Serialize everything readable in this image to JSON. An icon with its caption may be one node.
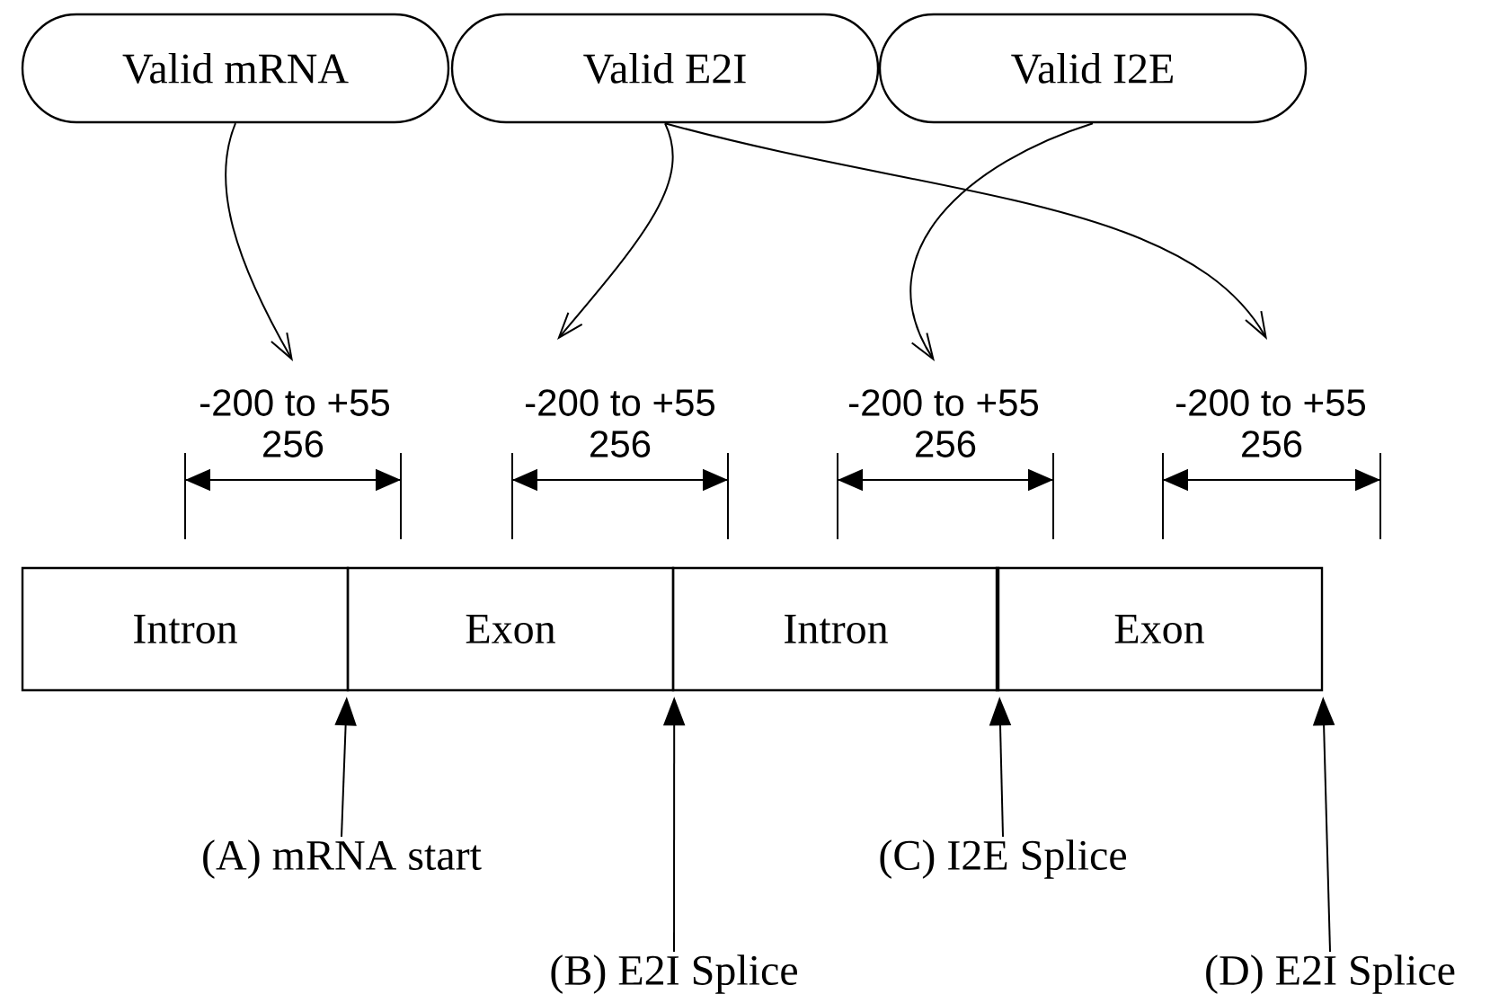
{
  "diagram": {
    "nodes": [
      {
        "text": [
          "Valid mRNA"
        ]
      },
      {
        "text": [
          "Valid E2I"
        ]
      },
      {
        "text": [
          "Valid I2E"
        ]
      },
      {
        "text": [
          "-200 to +55"
        ]
      },
      {
        "text": [
          "-200 to +55"
        ]
      },
      {
        "text": [
          "-200 to +55"
        ]
      },
      {
        "text": [
          "-200 to +55"
        ]
      },
      {
        "text": [
          "Intron"
        ]
      },
      {
        "text": [
          "Exon"
        ]
      },
      {
        "text": [
          "Intron"
        ]
      },
      {
        "text": [
          "Exon"
        ]
      },
      {
        "text": [
          "(A) mRNA start"
        ]
      },
      {
        "text": [
          "(B) E2I Splice"
        ]
      },
      {
        "text": [
          "(C) I2E Splice"
        ]
      },
      {
        "text": [
          "(D) E2I Splice"
        ]
      }
    ],
    "edges": [
      {
        "from": 0,
        "to": 3,
        "arrow": "to"
      },
      {
        "from": 1,
        "to": 4,
        "arrow": "to"
      },
      {
        "from": 1,
        "to": 6,
        "arrow": "to"
      },
      {
        "from": 2,
        "to": 5,
        "arrow": "to"
      },
      {
        "from": 11,
        "to": 8,
        "arrow": "to"
      },
      {
        "from": 12,
        "to": 8,
        "arrow": "to"
      },
      {
        "from": 13,
        "to": 9,
        "arrow": "to"
      },
      {
        "from": 14,
        "to": 10,
        "arrow": "to"
      }
    ],
    "labels": [
      "256",
      "256",
      "256",
      "256"
    ]
  }
}
